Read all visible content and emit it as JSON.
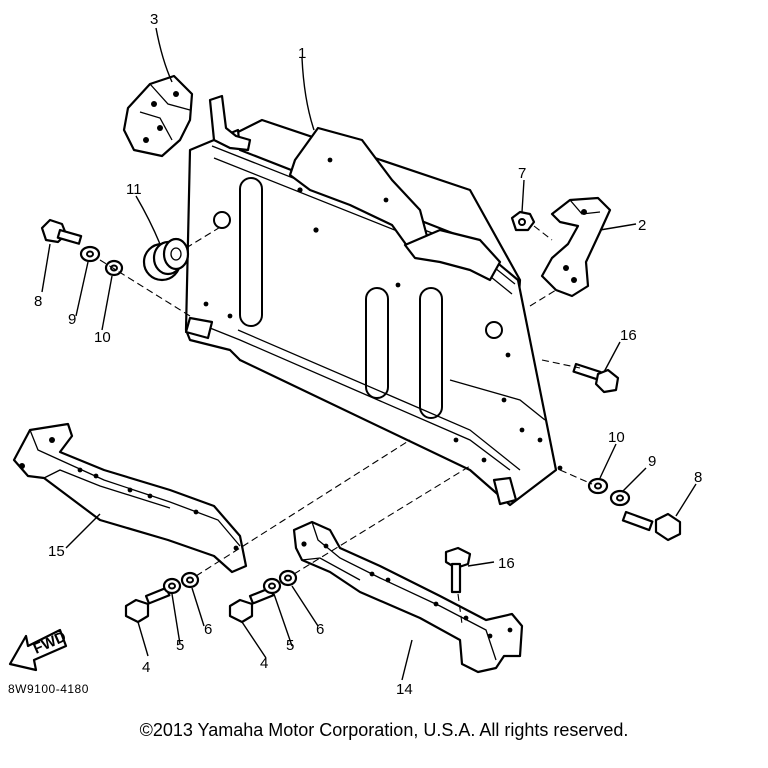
{
  "diagram": {
    "part_labels": [
      {
        "id": "p1",
        "text": "1"
      },
      {
        "id": "p2",
        "text": "2"
      },
      {
        "id": "p3",
        "text": "3"
      },
      {
        "id": "p4a",
        "text": "4"
      },
      {
        "id": "p4b",
        "text": "4"
      },
      {
        "id": "p5a",
        "text": "5"
      },
      {
        "id": "p5b",
        "text": "5"
      },
      {
        "id": "p6a",
        "text": "6"
      },
      {
        "id": "p6b",
        "text": "6"
      },
      {
        "id": "p7",
        "text": "7"
      },
      {
        "id": "p8a",
        "text": "8"
      },
      {
        "id": "p8b",
        "text": "8"
      },
      {
        "id": "p9a",
        "text": "9"
      },
      {
        "id": "p9b",
        "text": "9"
      },
      {
        "id": "p10a",
        "text": "10"
      },
      {
        "id": "p10b",
        "text": "10"
      },
      {
        "id": "p11",
        "text": "11"
      },
      {
        "id": "p14",
        "text": "14"
      },
      {
        "id": "p15",
        "text": "15"
      },
      {
        "id": "p16a",
        "text": "16"
      },
      {
        "id": "p16b",
        "text": "16"
      }
    ],
    "fwd_arrow_text": "FWD",
    "diagram_code": "8W9100-4180"
  },
  "footer": {
    "copyright": "©2013 Yamaha Motor Corporation, U.S.A. All rights reserved."
  },
  "colors": {
    "line": "#000000",
    "background": "#ffffff"
  }
}
